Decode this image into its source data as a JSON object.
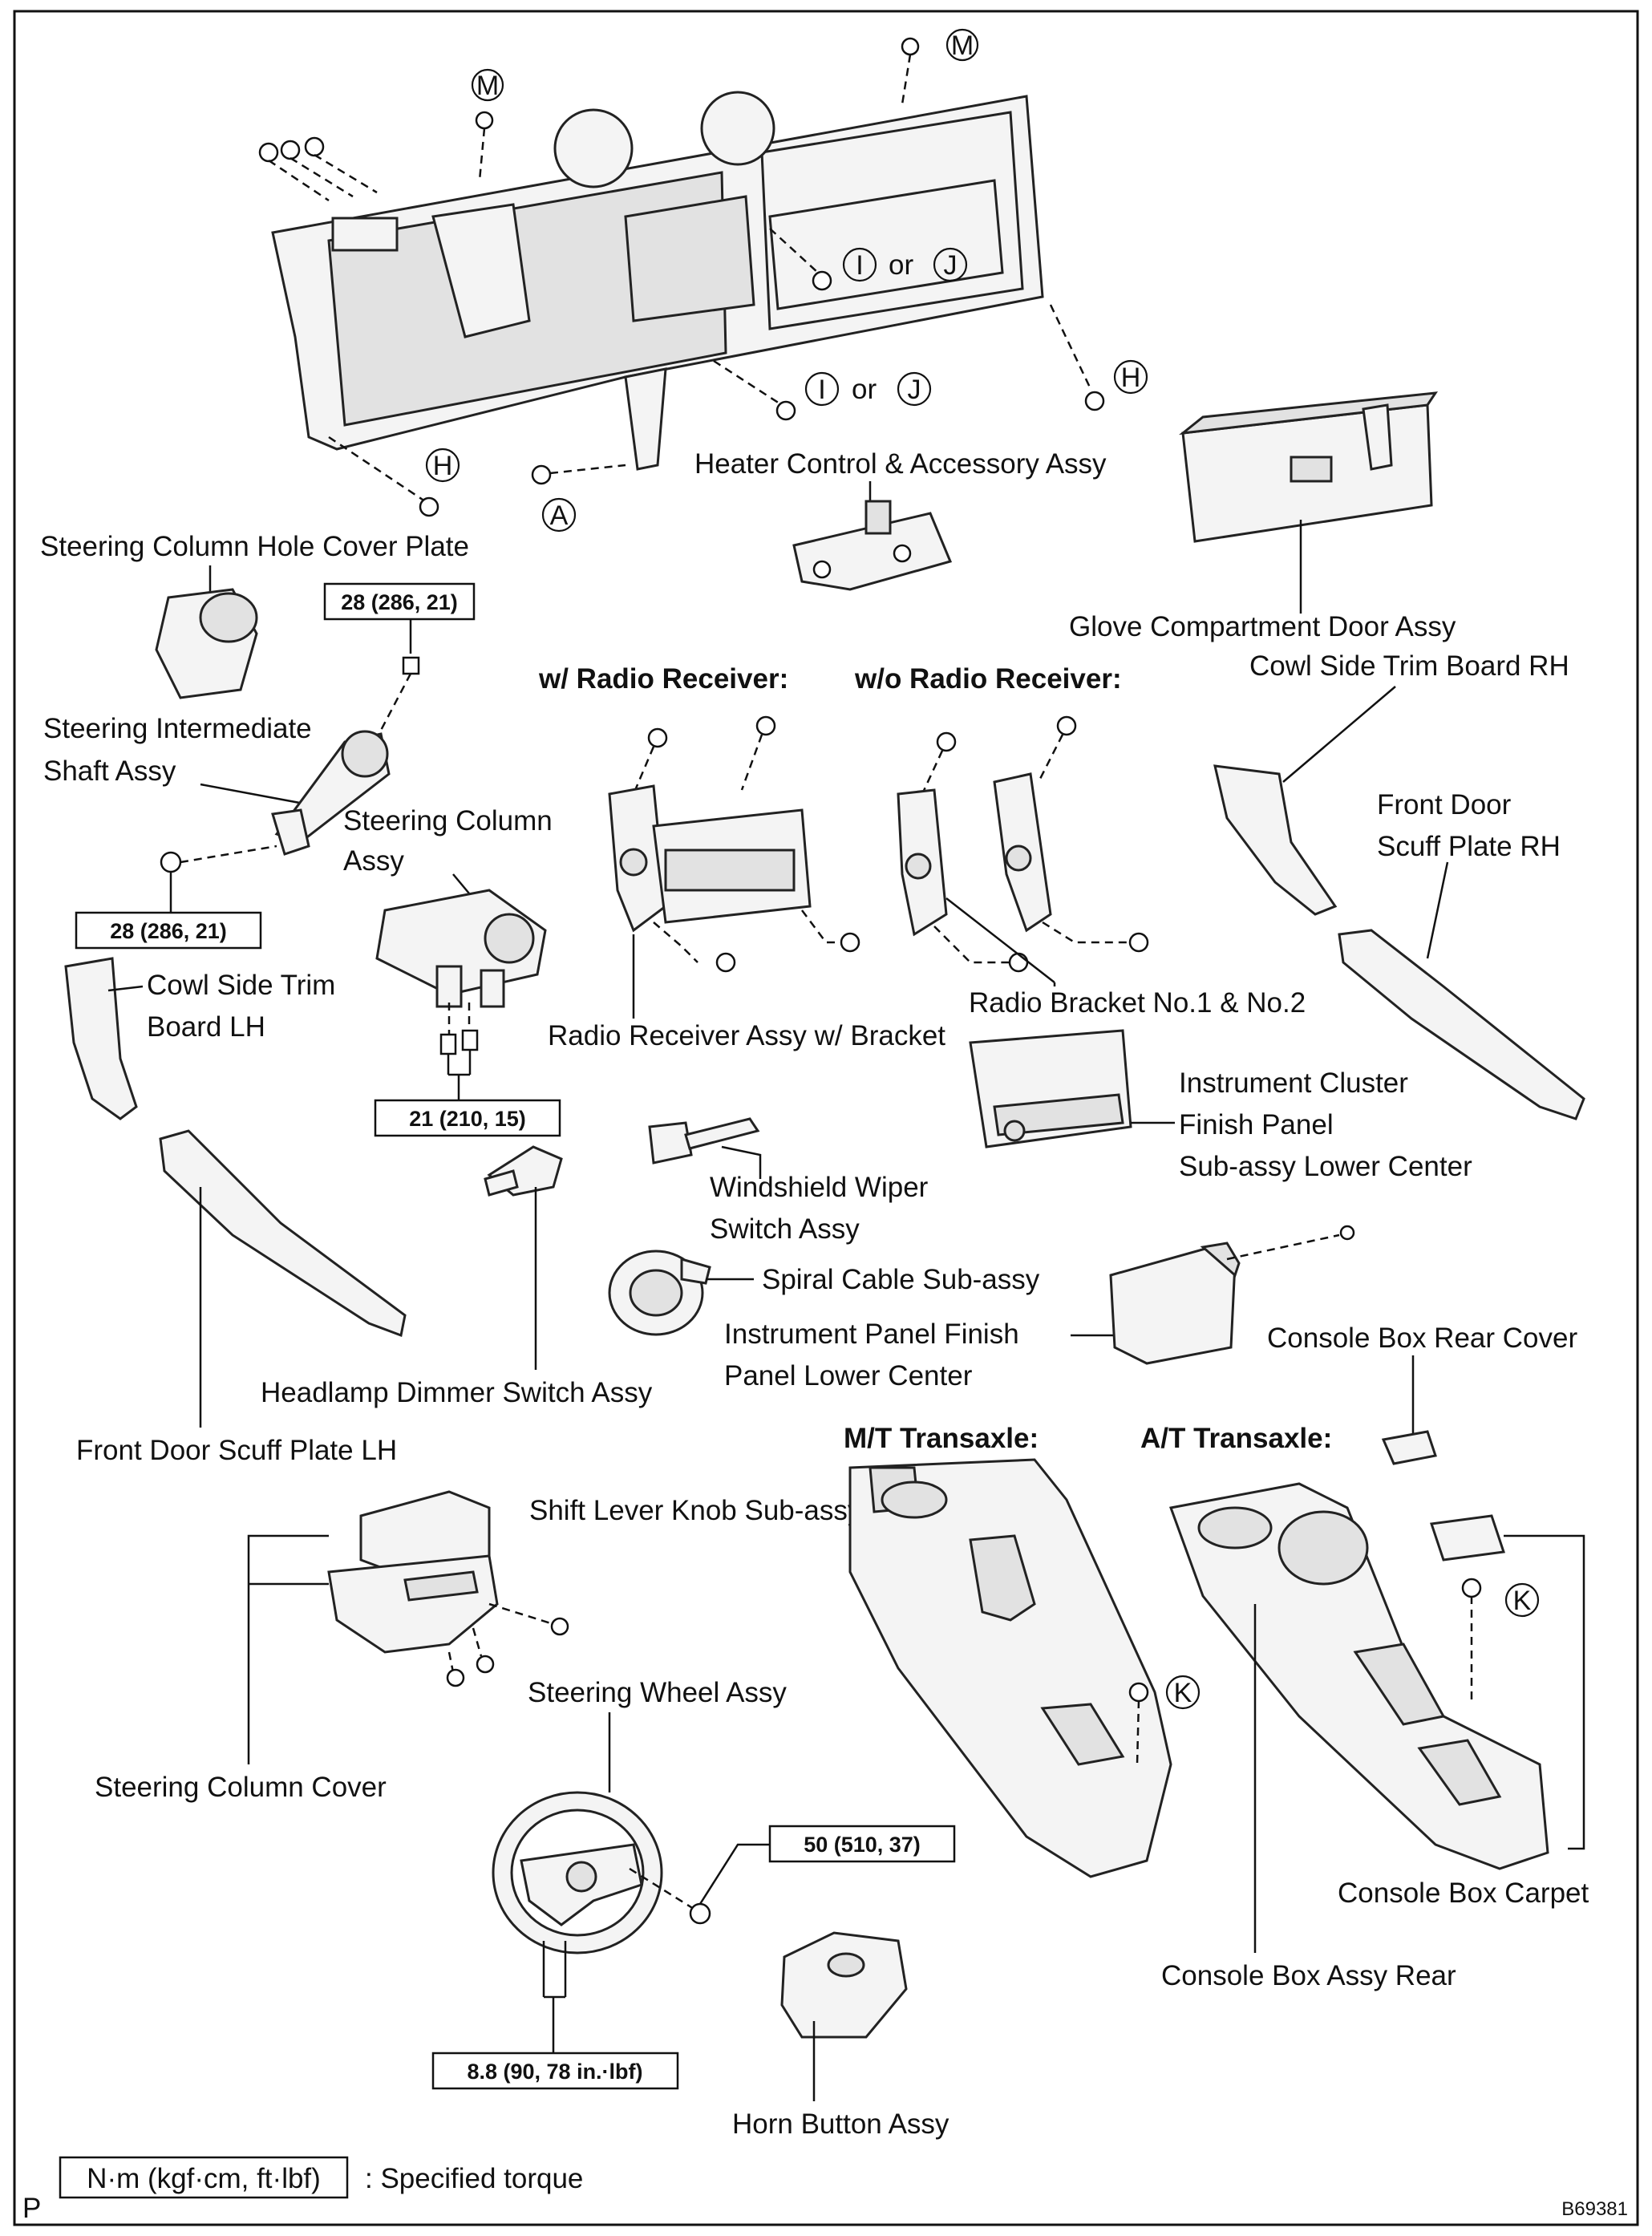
{
  "labels": {
    "heater_control": "Heater Control & Accessory Assy",
    "glove_door": "Glove Compartment Door Assy",
    "cowl_rh": "Cowl Side Trim Board RH",
    "column_hole_cover": "Steering Column Hole Cover Plate",
    "intermediate_shaft_1": "Steering Intermediate",
    "intermediate_shaft_2": "Shaft Assy",
    "steering_column_1": "Steering Column",
    "steering_column_2": "Assy",
    "w_radio": "w/ Radio Receiver:",
    "wo_radio": "w/o Radio Receiver:",
    "front_scuff_rh_1": "Front Door",
    "front_scuff_rh_2": "Scuff Plate RH",
    "cowl_lh_1": "Cowl Side Trim",
    "cowl_lh_2": "Board LH",
    "radio_bracket": "Radio Bracket No.1 & No.2",
    "radio_receiver": "Radio Receiver Assy w/ Bracket",
    "cluster_panel_1": "Instrument Cluster",
    "cluster_panel_2": "Finish Panel",
    "cluster_panel_3": "Sub-assy Lower Center",
    "wiper_switch_1": "Windshield Wiper",
    "wiper_switch_2": "Switch Assy",
    "spiral_cable": "Spiral Cable Sub-assy",
    "finish_panel_1": "Instrument Panel Finish",
    "finish_panel_2": "Panel Lower Center",
    "console_rear_cover": "Console Box Rear Cover",
    "headlamp_switch": "Headlamp Dimmer Switch Assy",
    "front_scuff_lh": "Front Door Scuff Plate LH",
    "mt": "M/T Transaxle:",
    "at": "A/T Transaxle:",
    "shift_knob": "Shift Lever Knob Sub-assy",
    "steering_wheel": "Steering Wheel Assy",
    "column_cover": "Steering Column Cover",
    "console_carpet": "Console Box Carpet",
    "console_assy_rear": "Console Box Assy Rear",
    "horn_button": "Horn Button Assy",
    "or_1": "or",
    "or_2": "or"
  },
  "torque": {
    "t1": "28 (286, 21)",
    "t2": "28 (286, 21)",
    "t3": "21 (210, 15)",
    "t4": "50 (510, 37)",
    "t5": "8.8 (90, 78 in.·lbf)"
  },
  "callouts": {
    "m": "M",
    "h": "H",
    "a": "A",
    "i": "I",
    "j": "J",
    "k": "K"
  },
  "legend": {
    "unit": "N·m (kgf·cm, ft·lbf)",
    "text": ": Specified torque"
  },
  "footer": {
    "p": "P",
    "code": "B69381"
  }
}
